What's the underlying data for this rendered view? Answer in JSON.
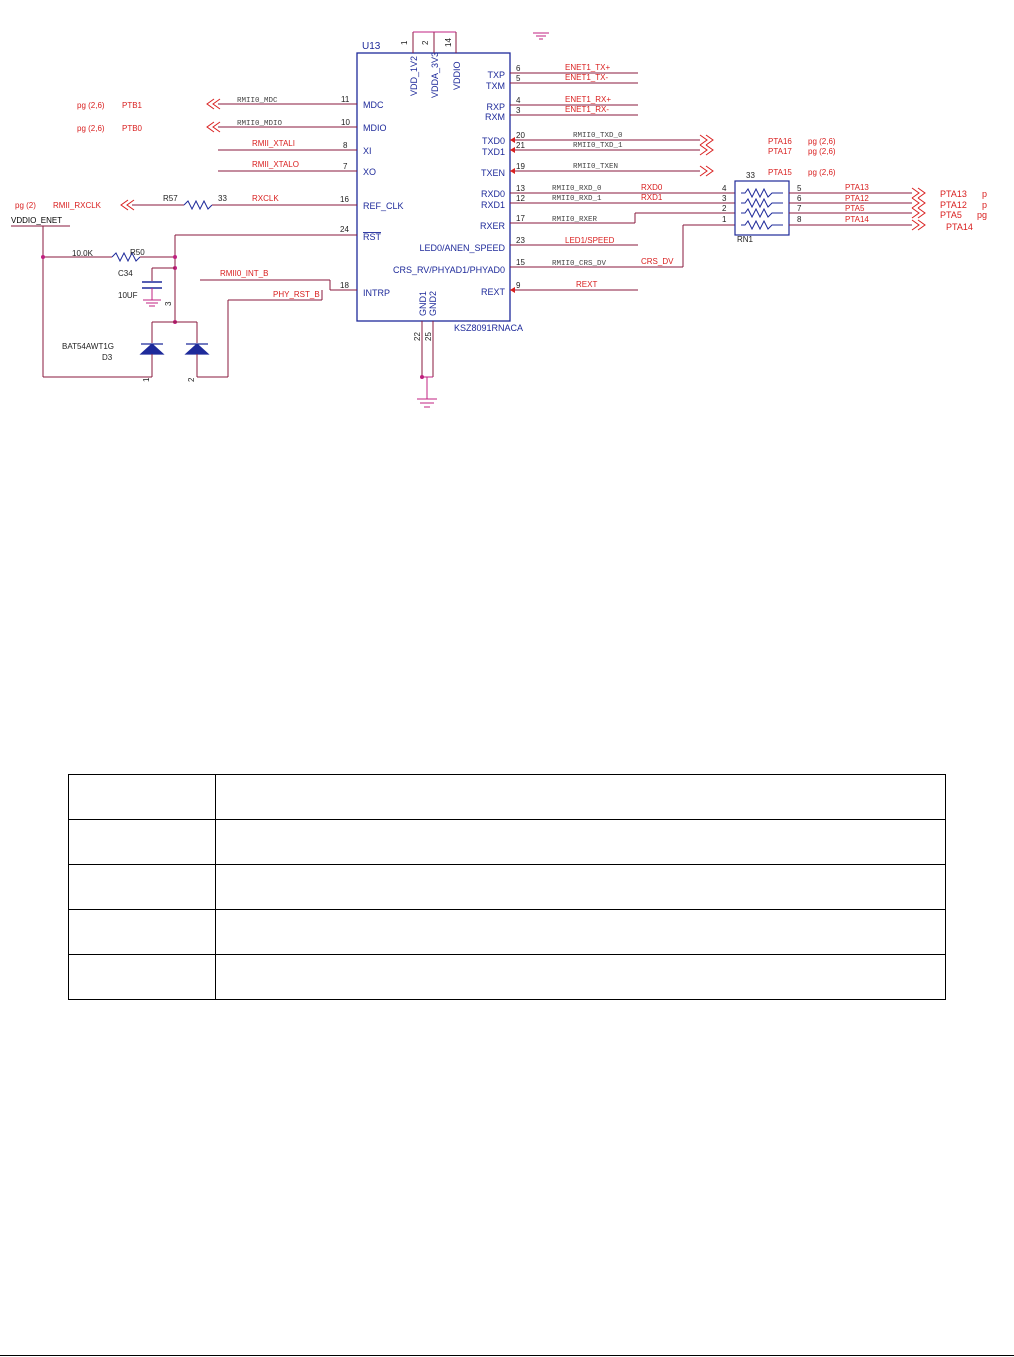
{
  "colors": {
    "net": "#d92020",
    "wire": "#8a1a3c",
    "part": "#1e2a9a",
    "ground": "#c02080"
  },
  "chip": {
    "ref": "U13",
    "part_number": "KSZ8091RNACA",
    "top_pins": [
      {
        "name": "VDD_1V2",
        "number": "1"
      },
      {
        "name": "VDDA_3V3",
        "number": "2"
      },
      {
        "name": "VDDIO",
        "number": "14"
      }
    ],
    "bottom_pins": [
      {
        "name": "GND1",
        "number": "22"
      },
      {
        "name": "GND2",
        "number": "25"
      }
    ],
    "left_pins": [
      {
        "name": "MDC",
        "number": "11",
        "net": "RMII0_MDC",
        "page": "pg (2,6)",
        "port": "PTB1"
      },
      {
        "name": "MDIO",
        "number": "10",
        "net": "RMII0_MDIO",
        "page": "pg (2,6)",
        "port": "PTB0"
      },
      {
        "name": "XI",
        "number": "8",
        "net": "RMII_XTALI"
      },
      {
        "name": "XO",
        "number": "7",
        "net": "RMII_XTALO"
      },
      {
        "name": "REF_CLK",
        "number": "16",
        "net": "RXCLK",
        "page": "pg (2)",
        "port": "RMII_RXCLK"
      },
      {
        "name": "RST",
        "number": "24"
      },
      {
        "name": "INTRP",
        "number": "18",
        "net": "RMII0_INT_B",
        "net2": "PHY_RST_B"
      }
    ],
    "right_pins": [
      {
        "name": "TXP",
        "number": "6",
        "net": "ENET1_TX+"
      },
      {
        "name": "TXM",
        "number": "5",
        "net": "ENET1_TX-"
      },
      {
        "name": "RXP",
        "number": "4",
        "net": "ENET1_RX+"
      },
      {
        "name": "RXM",
        "number": "3",
        "net": "ENET1_RX-"
      },
      {
        "name": "TXD0",
        "number": "20",
        "net": "RMII0_TXD_0",
        "port": "PTA16",
        "page": "pg (2,6)"
      },
      {
        "name": "TXD1",
        "number": "21",
        "net": "RMII0_TXD_1",
        "port": "PTA17",
        "page": "pg (2,6)"
      },
      {
        "name": "TXEN",
        "number": "19",
        "net": "RMII0_TXEN",
        "port": "PTA15",
        "page": "pg (2,6)"
      },
      {
        "name": "RXD0",
        "number": "13",
        "net": "RMII0_RXD_0",
        "net2": "RXD0"
      },
      {
        "name": "RXD1",
        "number": "12",
        "net": "RMII0_RXD_1",
        "net2": "RXD1"
      },
      {
        "name": "RXER",
        "number": "17",
        "net": "RMII0_RXER"
      },
      {
        "name": "LED0/ANEN_SPEED",
        "number": "23",
        "net": "LED1/SPEED"
      },
      {
        "name": "CRS_RV/PHYAD1/PHYAD0",
        "number": "15",
        "net": "RMII0_CRS_DV",
        "net2": "CRS_DV"
      },
      {
        "name": "REXT",
        "number": "9",
        "net": "REXT"
      }
    ]
  },
  "resistor_network": {
    "ref": "RN1",
    "value": "33",
    "rows": [
      {
        "left_pin": "4",
        "right_pin": "5",
        "net": "PTA13",
        "port": "PTA13",
        "page": "p"
      },
      {
        "left_pin": "3",
        "right_pin": "6",
        "net": "PTA12",
        "port": "PTA12",
        "page": "p"
      },
      {
        "left_pin": "2",
        "right_pin": "7",
        "net": "PTA5",
        "port": "PTA5",
        "page": "pg"
      },
      {
        "left_pin": "1",
        "right_pin": "8",
        "net": "PTA14",
        "port": "PTA14",
        "page": ""
      }
    ]
  },
  "components": {
    "r57": {
      "ref": "R57",
      "value": "33"
    },
    "r50": {
      "ref": "R50",
      "value": "10.0K"
    },
    "c34": {
      "ref": "C34",
      "value": "10UF",
      "pin": "3"
    },
    "d3": {
      "ref": "D3",
      "part": "BAT54AWT1G",
      "pin1": "1",
      "pin2": "2"
    },
    "supply": "VDDIO_ENET"
  },
  "table": {
    "rows": [
      [
        "",
        ""
      ],
      [
        "",
        ""
      ],
      [
        "",
        ""
      ],
      [
        "",
        ""
      ],
      [
        "",
        ""
      ]
    ]
  }
}
